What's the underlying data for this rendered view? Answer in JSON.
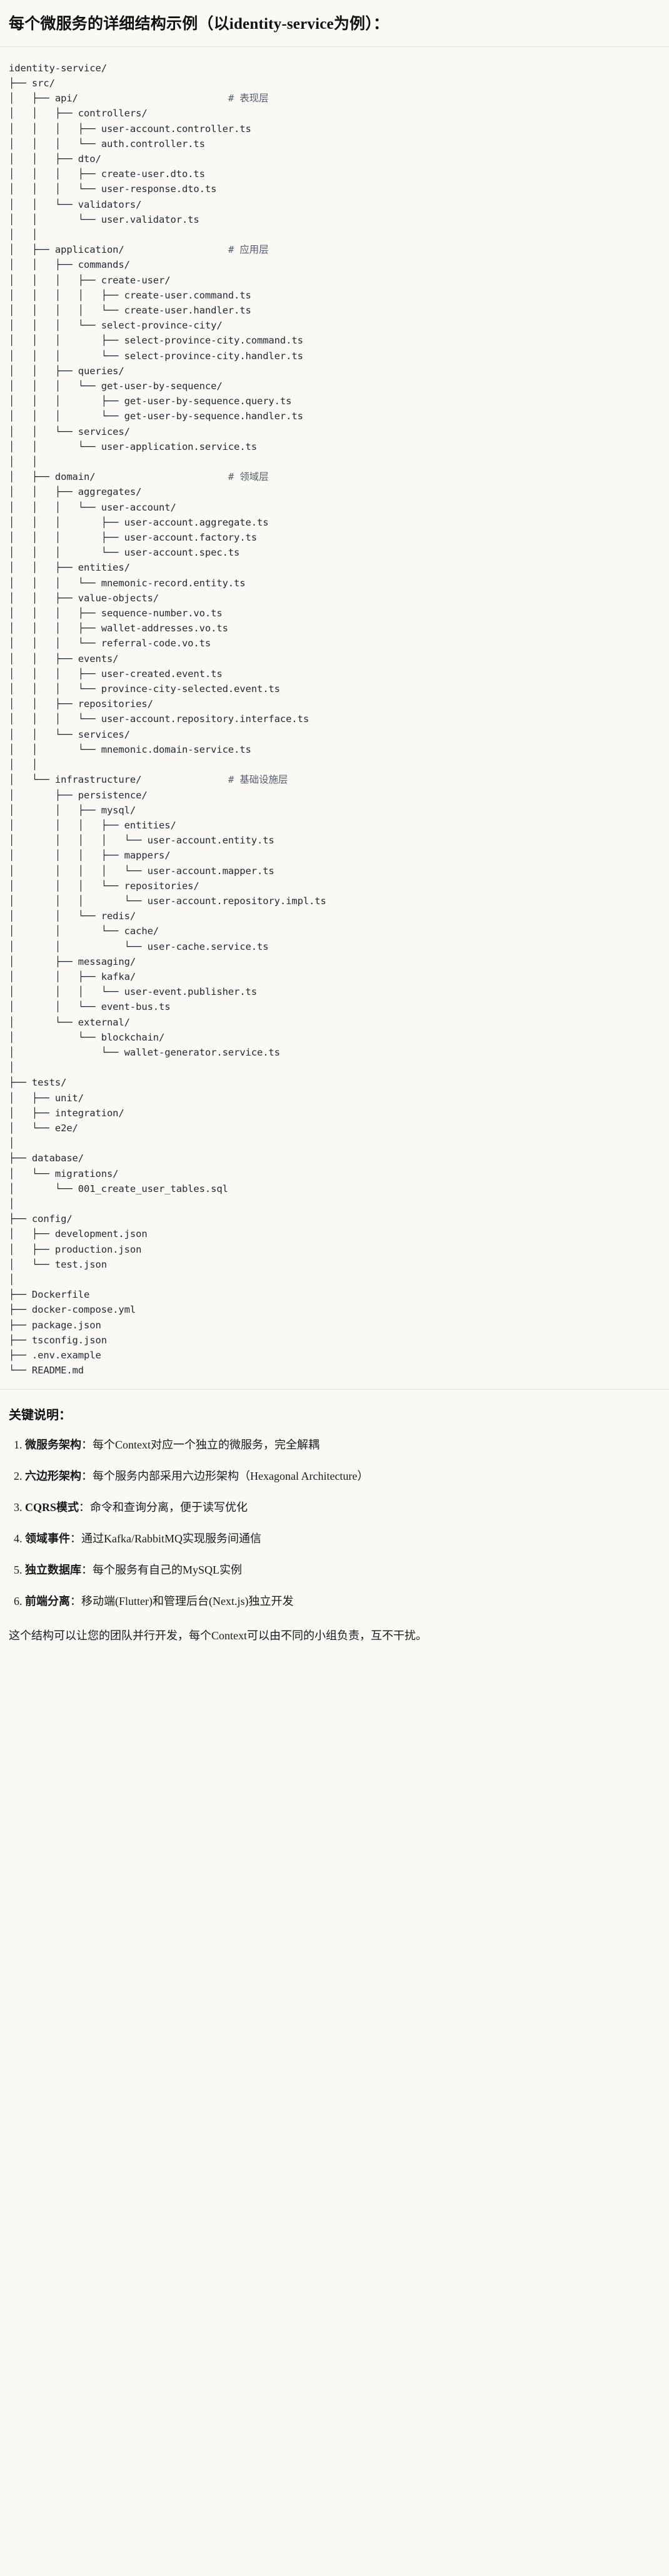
{
  "header": {
    "title": "每个微服务的详细结构示例（以identity-service为例）："
  },
  "tree": {
    "root_label": "identity-service/",
    "text": "identity-service/\n├── src/\n│   ├── api/                          # 表现层\n│   │   ├── controllers/\n│   │   │   ├── user-account.controller.ts\n│   │   │   └── auth.controller.ts\n│   │   ├── dto/\n│   │   │   ├── create-user.dto.ts\n│   │   │   └── user-response.dto.ts\n│   │   └── validators/\n│   │       └── user.validator.ts\n│   │\n│   ├── application/                  # 应用层\n│   │   ├── commands/\n│   │   │   ├── create-user/\n│   │   │   │   ├── create-user.command.ts\n│   │   │   │   └── create-user.handler.ts\n│   │   │   └── select-province-city/\n│   │   │       ├── select-province-city.command.ts\n│   │   │       └── select-province-city.handler.ts\n│   │   ├── queries/\n│   │   │   └── get-user-by-sequence/\n│   │   │       ├── get-user-by-sequence.query.ts\n│   │   │       └── get-user-by-sequence.handler.ts\n│   │   └── services/\n│   │       └── user-application.service.ts\n│   │\n│   ├── domain/                       # 领域层\n│   │   ├── aggregates/\n│   │   │   └── user-account/\n│   │   │       ├── user-account.aggregate.ts\n│   │   │       ├── user-account.factory.ts\n│   │   │       └── user-account.spec.ts\n│   │   ├── entities/\n│   │   │   └── mnemonic-record.entity.ts\n│   │   ├── value-objects/\n│   │   │   ├── sequence-number.vo.ts\n│   │   │   ├── wallet-addresses.vo.ts\n│   │   │   └── referral-code.vo.ts\n│   │   ├── events/\n│   │   │   ├── user-created.event.ts\n│   │   │   └── province-city-selected.event.ts\n│   │   ├── repositories/\n│   │   │   └── user-account.repository.interface.ts\n│   │   └── services/\n│   │       └── mnemonic.domain-service.ts\n│   │\n│   └── infrastructure/               # 基础设施层\n│       ├── persistence/\n│       │   ├── mysql/\n│       │   │   ├── entities/\n│       │   │   │   └── user-account.entity.ts\n│       │   │   ├── mappers/\n│       │   │   │   └── user-account.mapper.ts\n│       │   │   └── repositories/\n│       │   │       └── user-account.repository.impl.ts\n│       │   └── redis/\n│       │       └── cache/\n│       │           └── user-cache.service.ts\n│       ├── messaging/\n│       │   ├── kafka/\n│       │   │   └── user-event.publisher.ts\n│       │   └── event-bus.ts\n│       └── external/\n│           └── blockchain/\n│               └── wallet-generator.service.ts\n│\n├── tests/\n│   ├── unit/\n│   ├── integration/\n│   └── e2e/\n│\n├── database/\n│   └── migrations/\n│       └── 001_create_user_tables.sql\n│\n├── config/\n│   ├── development.json\n│   ├── production.json\n│   └── test.json\n│\n├── Dockerfile\n├── docker-compose.yml\n├── package.json\n├── tsconfig.json\n├── .env.example\n└── README.md",
    "layer_comments": [
      "# 表现层",
      "# 应用层",
      "# 领域层",
      "# 基础设施层"
    ]
  },
  "notes": {
    "title": "关键说明：",
    "items": [
      {
        "label": "微服务架构",
        "sep": "：",
        "text": "每个Context对应一个独立的微服务，完全解耦"
      },
      {
        "label": "六边形架构",
        "sep": "：",
        "text": "每个服务内部采用六边形架构（Hexagonal Architecture）"
      },
      {
        "label": "CQRS模式",
        "sep": "：",
        "text": "命令和查询分离，便于读写优化"
      },
      {
        "label": "领域事件",
        "sep": "：",
        "text": "通过Kafka/RabbitMQ实现服务间通信"
      },
      {
        "label": "独立数据库",
        "sep": "：",
        "text": "每个服务有自己的MySQL实例"
      },
      {
        "label": "前端分离",
        "sep": "：",
        "text": "移动端(Flutter)和管理后台(Next.js)独立开发"
      }
    ],
    "closing": "这个结构可以让您的团队并行开发，每个Context可以由不同的小组负责，互不干扰。"
  },
  "colors": {
    "page_bg": "#faf9f6",
    "text": "#1a1a1a",
    "code_text": "#24292e",
    "comment": "#57606a",
    "divider": "#e3e1dc"
  }
}
